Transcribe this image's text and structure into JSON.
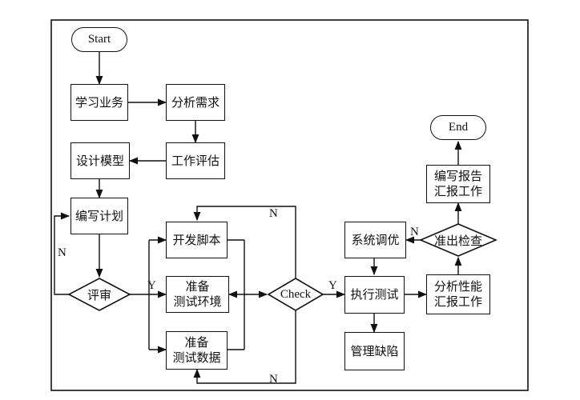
{
  "nodes": {
    "start": "Start",
    "end": "End",
    "study": "学习业务",
    "analyze": "分析需求",
    "assess": "工作评估",
    "design": "设计模型",
    "plan": "编写计划",
    "review": "评审",
    "dev": "开发脚本",
    "env": "准备\n测试环境",
    "data": "准备\n测试数据",
    "check": "Check",
    "tune": "系统调优",
    "execute": "执行测试",
    "defects": "管理缺陷",
    "perf": "分析性能\n汇报工作",
    "exit_check": "准出检查",
    "report": "编写报告\n汇报工作"
  },
  "labels": {
    "review_no": "N",
    "review_yes": "Y",
    "check_no_top": "N",
    "check_no_bottom": "N",
    "check_yes": "Y",
    "exit_no": "N"
  }
}
